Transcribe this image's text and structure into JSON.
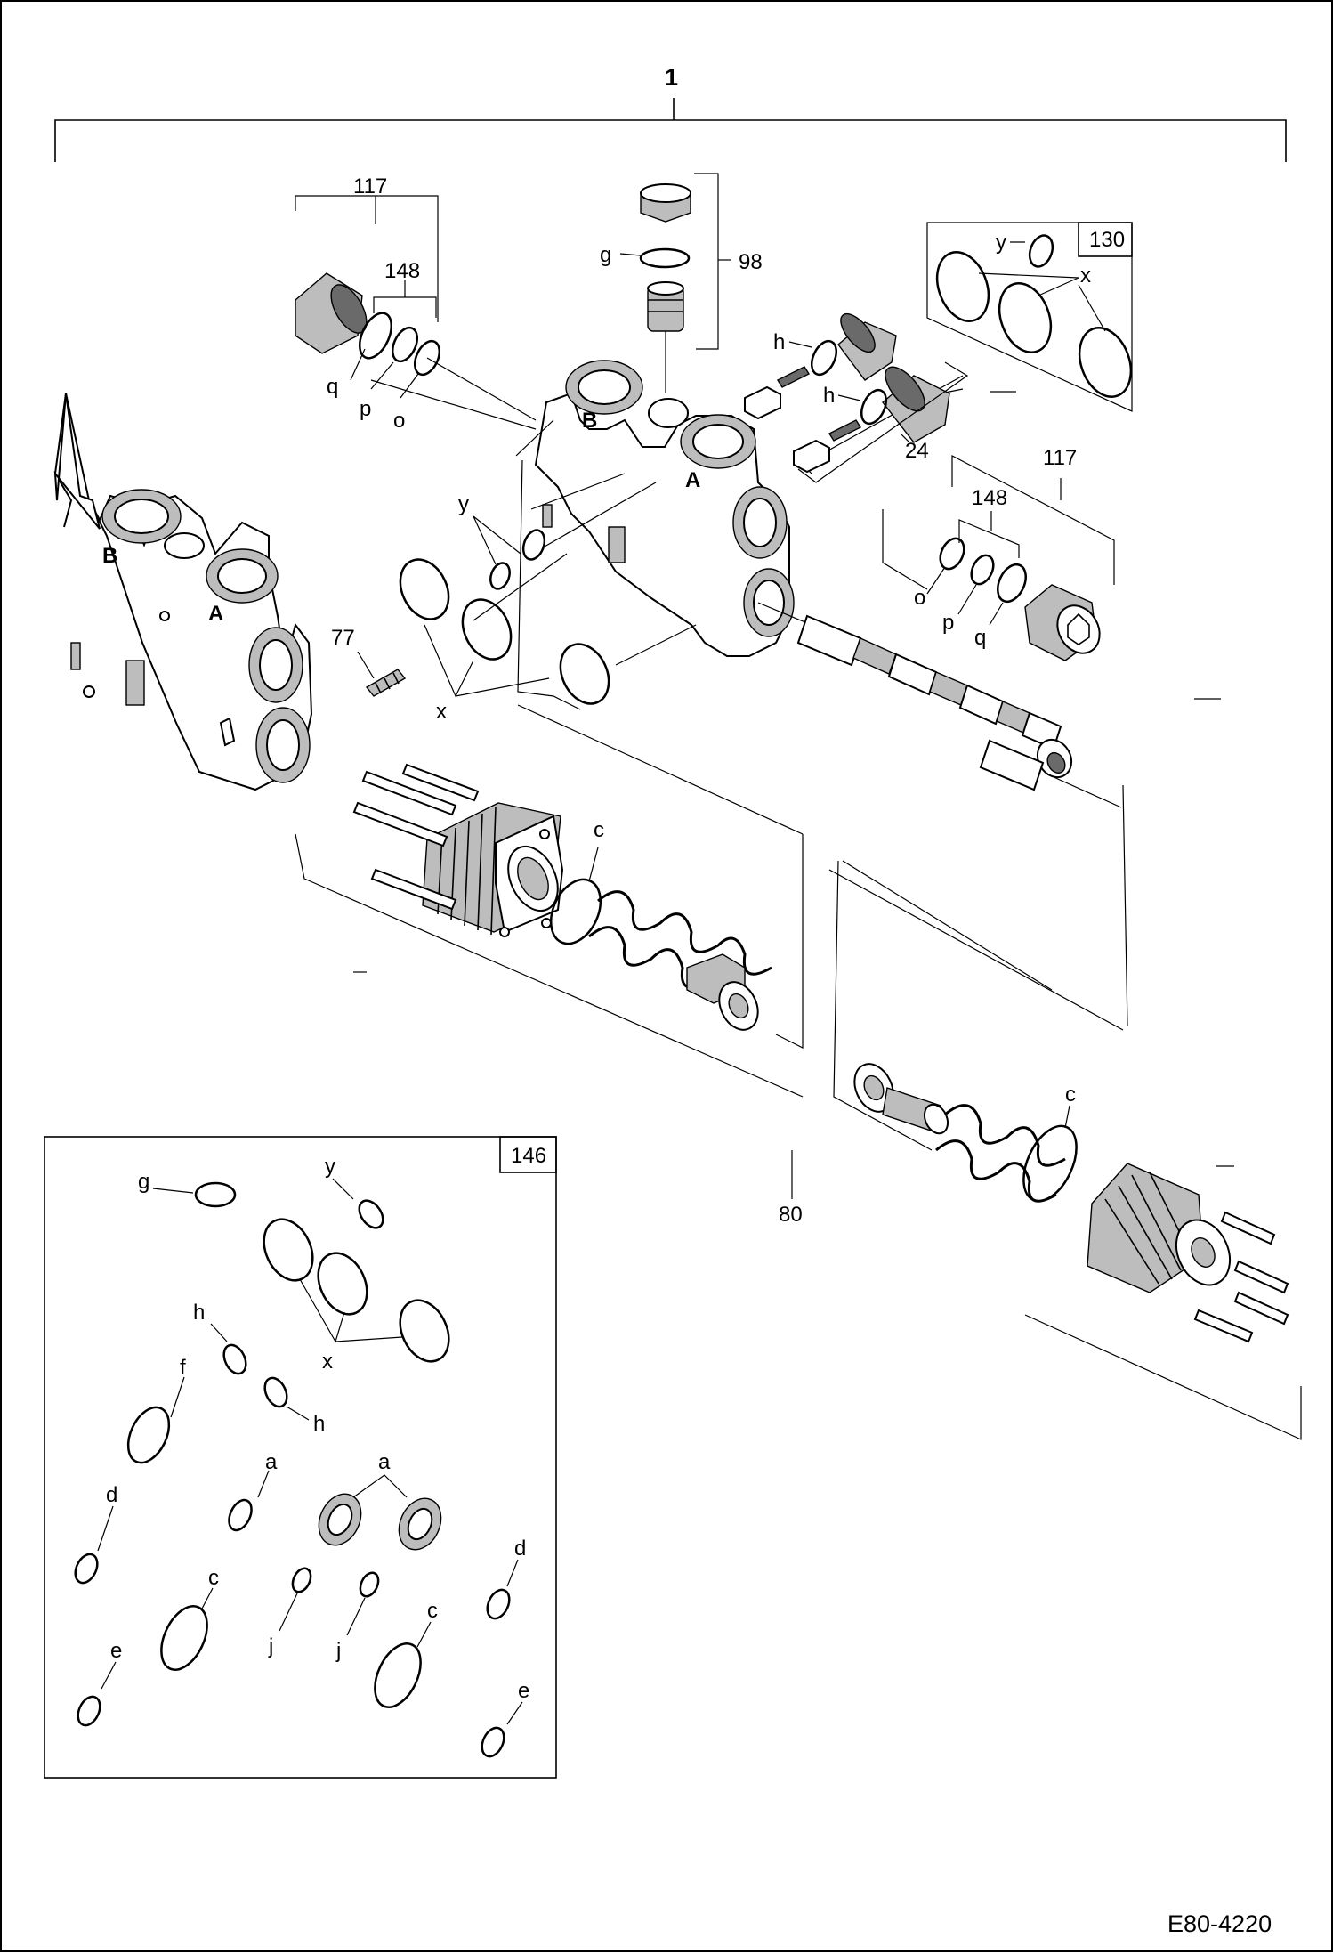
{
  "drawing": {
    "figure_id": "E80-4220",
    "assembly_number": "1"
  },
  "callouts": {
    "n117a": "117",
    "n148a": "148",
    "q1": "q",
    "p1": "p",
    "o1": "o",
    "g1": "g",
    "n98": "98",
    "h1": "h",
    "h2": "h",
    "n24": "24",
    "y130": "y",
    "x130": "x",
    "box130": "130",
    "n117b": "117",
    "n148b": "148",
    "o2": "o",
    "p2": "p",
    "q2": "q",
    "y1": "y",
    "n77": "77",
    "x1": "x",
    "c1": "c",
    "c2": "c",
    "n80": "80"
  },
  "kit_146": {
    "box": "146",
    "labels": [
      "g",
      "y",
      "x",
      "h",
      "h",
      "f",
      "a",
      "a",
      "d",
      "d",
      "c",
      "c",
      "j",
      "j",
      "e",
      "e"
    ]
  }
}
